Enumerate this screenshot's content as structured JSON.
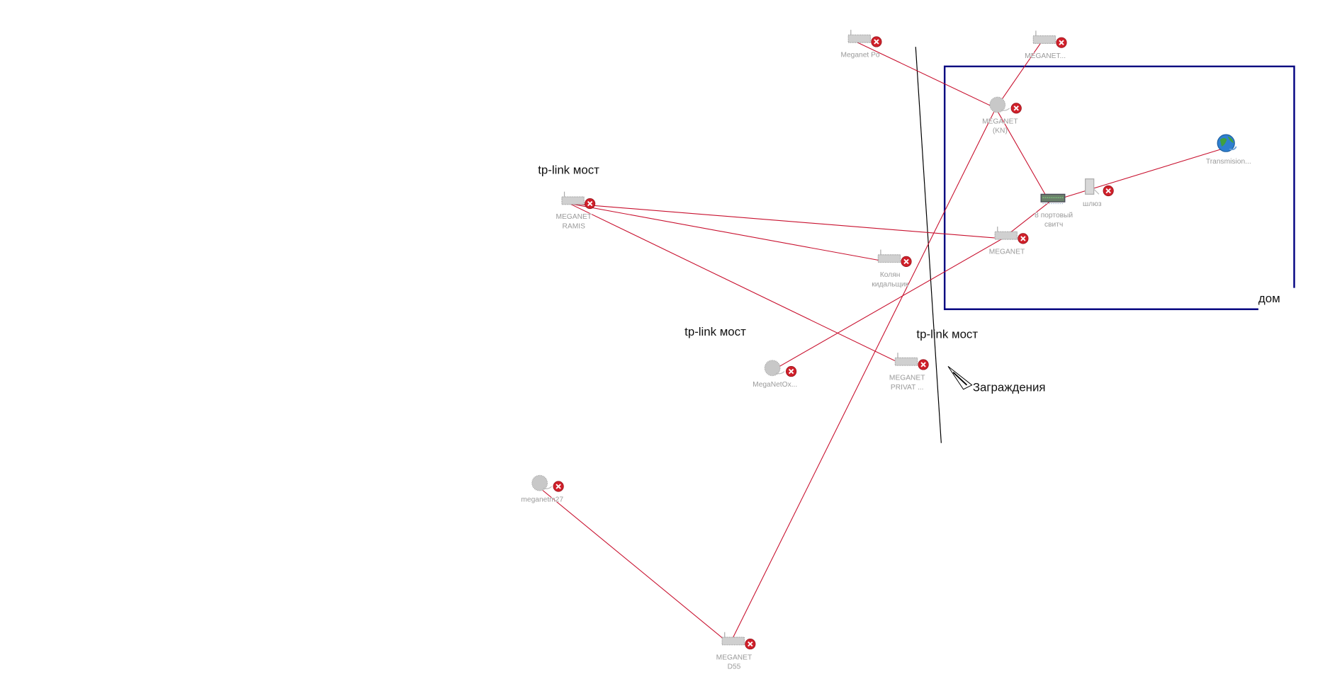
{
  "map": {
    "nodes": [
      {
        "id": "meganet-po",
        "label": [
          "Meganet Po"
        ],
        "type": "router",
        "status": "down"
      },
      {
        "id": "meganet-top",
        "label": [
          "MEGANET..."
        ],
        "type": "router",
        "status": "down"
      },
      {
        "id": "meganet-kn",
        "label": [
          "MEGANET",
          "(KN)"
        ],
        "type": "workstation",
        "status": "down"
      },
      {
        "id": "transmission",
        "label": [
          "Transmision..."
        ],
        "type": "internet",
        "status": "up"
      },
      {
        "id": "switch8",
        "label": [
          "8 портовый",
          "свитч"
        ],
        "type": "switch",
        "status": "up"
      },
      {
        "id": "gateway",
        "label": [
          "шлюз"
        ],
        "type": "server",
        "status": "down"
      },
      {
        "id": "meganet",
        "label": [
          "MEGANET"
        ],
        "type": "router",
        "status": "down"
      },
      {
        "id": "meganet-ramis",
        "label": [
          "MEGANET",
          "RAMIS"
        ],
        "type": "router",
        "status": "down"
      },
      {
        "id": "kolyan",
        "label": [
          "Колян",
          "кидальщик"
        ],
        "type": "router",
        "status": "down"
      },
      {
        "id": "meganetox",
        "label": [
          "MegaNetOx..."
        ],
        "type": "workstation",
        "status": "down"
      },
      {
        "id": "meganet-privat",
        "label": [
          "MEGANET",
          "PRIVAT ..."
        ],
        "type": "router",
        "status": "down"
      },
      {
        "id": "meganetm27",
        "label": [
          "meganetm27"
        ],
        "type": "workstation",
        "status": "down"
      },
      {
        "id": "meganet-d55",
        "label": [
          "MEGANET",
          "D55"
        ],
        "type": "router",
        "status": "down"
      }
    ],
    "links": [
      [
        "meganet-po",
        "meganet-kn"
      ],
      [
        "meganet-top",
        "meganet-kn"
      ],
      [
        "meganet-kn",
        "meganet-d55"
      ],
      [
        "meganet-kn",
        "switch8"
      ],
      [
        "switch8",
        "transmission"
      ],
      [
        "switch8",
        "meganet"
      ],
      [
        "meganet",
        "meganetox"
      ],
      [
        "meganet-ramis",
        "meganet"
      ],
      [
        "meganet-ramis",
        "kolyan"
      ],
      [
        "meganet-ramis",
        "meganet-privat"
      ],
      [
        "meganetm27",
        "meganet-d55"
      ]
    ],
    "annotations": {
      "tp_link_1": "tp-link мост",
      "tp_link_2": "tp-link мост",
      "tp_link_3": "tp-link мост",
      "home": "дом",
      "fence": "Заграждения"
    },
    "colors": {
      "link": "#c8102e",
      "zone": "#000080",
      "fence": "#000000",
      "error": "#d0202a"
    }
  }
}
